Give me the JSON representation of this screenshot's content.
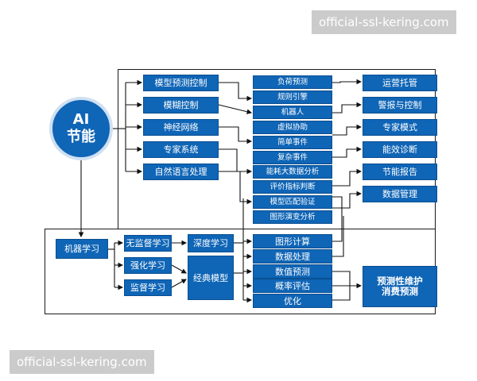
{
  "watermarks": [
    "official-ssl-kering.com",
    "official-ssl-kering.com"
  ],
  "center": {
    "line1": "AI",
    "line2": "节能"
  },
  "col1": [
    "模型预测控制",
    "模糊控制",
    "神经网络",
    "专家系统",
    "自然语言处理"
  ],
  "col2": [
    "负荷预测",
    "规则引擎",
    "机器人",
    "虚拟协助",
    "简单事件",
    "复杂事件",
    "能耗大数据分析",
    "评价指标判断",
    "模型匹配验证",
    "图形演变分析"
  ],
  "col3": [
    "运营托管",
    "警报与控制",
    "专家模式",
    "能效诊断",
    "节能报告",
    "数据管理"
  ],
  "ml": "机器学习",
  "learning": [
    "无监督学习",
    "强化学习",
    "监督学习"
  ],
  "models": [
    "深度学习",
    "经典模型"
  ],
  "bottom_col": [
    "图形计算",
    "数据处理",
    "数值预测",
    "概率评估",
    "优化"
  ],
  "result": {
    "line1": "预测性维护",
    "line2": "消费预测"
  }
}
